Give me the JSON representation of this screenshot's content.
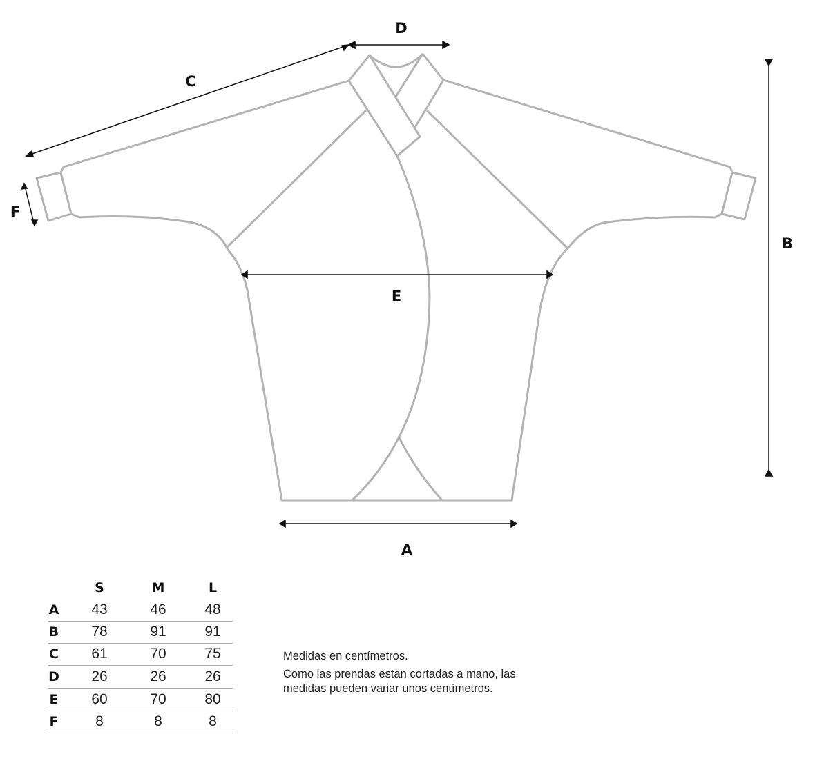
{
  "dimension_labels": {
    "A": "A",
    "B": "B",
    "C": "C",
    "D": "D",
    "E": "E",
    "F": "F"
  },
  "table": {
    "sizes": [
      "S",
      "M",
      "L"
    ],
    "rows": [
      {
        "label": "A",
        "values": [
          "43",
          "46",
          "48"
        ]
      },
      {
        "label": "B",
        "values": [
          "78",
          "91",
          "91"
        ]
      },
      {
        "label": "C",
        "values": [
          "61",
          "70",
          "75"
        ]
      },
      {
        "label": "D",
        "values": [
          "26",
          "26",
          "26"
        ]
      },
      {
        "label": "E",
        "values": [
          "60",
          "70",
          "80"
        ]
      },
      {
        "label": "F",
        "values": [
          "8",
          "8",
          "8"
        ]
      }
    ]
  },
  "notes": {
    "units": "Medidas en centímetros.",
    "disclaimer": "Como las prendas estan cortadas a mano, las medidas pueden variar unos centímetros."
  },
  "colors": {
    "garment": "#b3b3b3",
    "dimension": "#111111"
  }
}
